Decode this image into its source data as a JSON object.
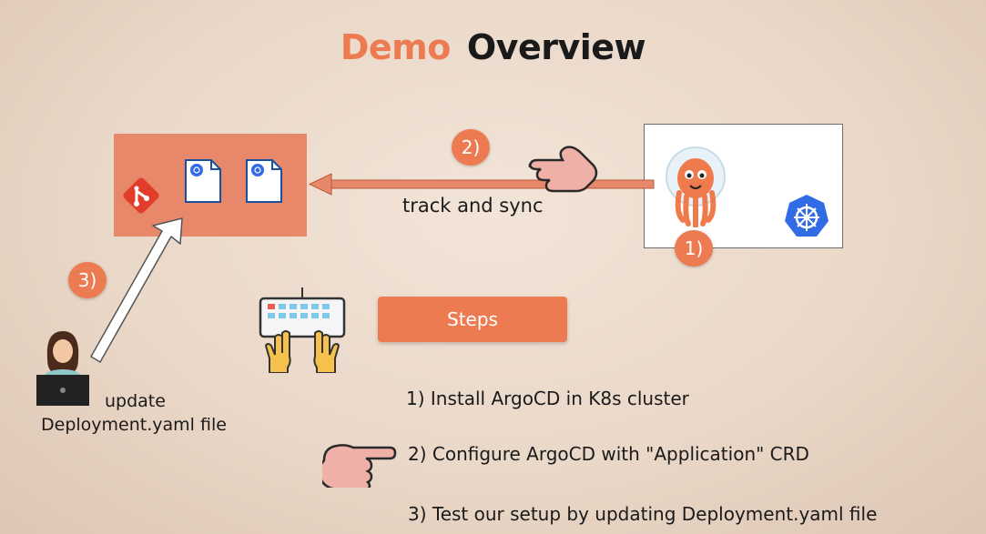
{
  "title": {
    "part1": "Demo",
    "part2": "Overview",
    "part1_color": "#ed7b52",
    "part2_color": "#1a1a1a"
  },
  "diagram": {
    "sync_label": "track and sync",
    "badges": {
      "install": "1)",
      "sync": "2)",
      "update": "3)"
    },
    "update_label": {
      "line1": "update",
      "line2": "Deployment.yaml file"
    },
    "icons": [
      "git-icon",
      "kubernetes-manifest-icon",
      "argo-octopus-icon",
      "kubernetes-wheel-icon",
      "pointing-hand-icon",
      "developer-avatar-icon",
      "keyboard-typing-icon"
    ]
  },
  "steps": {
    "button_label": "Steps",
    "items": [
      "1)  Install ArgoCD in K8s cluster",
      "2)  Configure ArgoCD with \"Application\" CRD",
      "3)  Test our setup by updating Deployment.yaml file"
    ]
  },
  "colors": {
    "accent": "#ed7b52",
    "repo_box": "#e8886a",
    "k8s_blue": "#326ce5"
  }
}
